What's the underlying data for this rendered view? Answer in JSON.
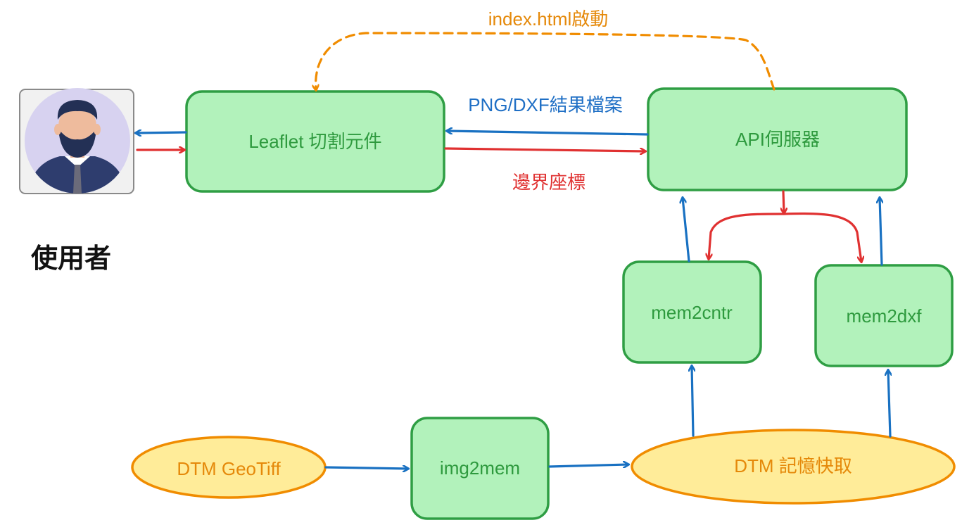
{
  "actor": {
    "caption": "使用者",
    "icon": "user-avatar-icon"
  },
  "nodes": {
    "leaflet": "Leaflet 切割元件",
    "api_server": "API伺服器",
    "mem2cntr": "mem2cntr",
    "mem2dxf": "mem2dxf",
    "img2mem": "img2mem"
  },
  "stores": {
    "dtm_geotiff": "DTM GeoTiff",
    "dtm_cache": "DTM 記憶快取"
  },
  "edges": {
    "startup": "index.html啟動",
    "results": "PNG/DXF結果檔案",
    "bounds": "邊界座標"
  },
  "colors": {
    "process_fill": "#b2f2bb",
    "process_stroke": "#2f9e44",
    "store_fill": "#ffec99",
    "store_stroke": "#f08c00",
    "response_arrow": "#1971c2",
    "request_arrow": "#e03131",
    "startup_arrow": "#f08c00"
  }
}
